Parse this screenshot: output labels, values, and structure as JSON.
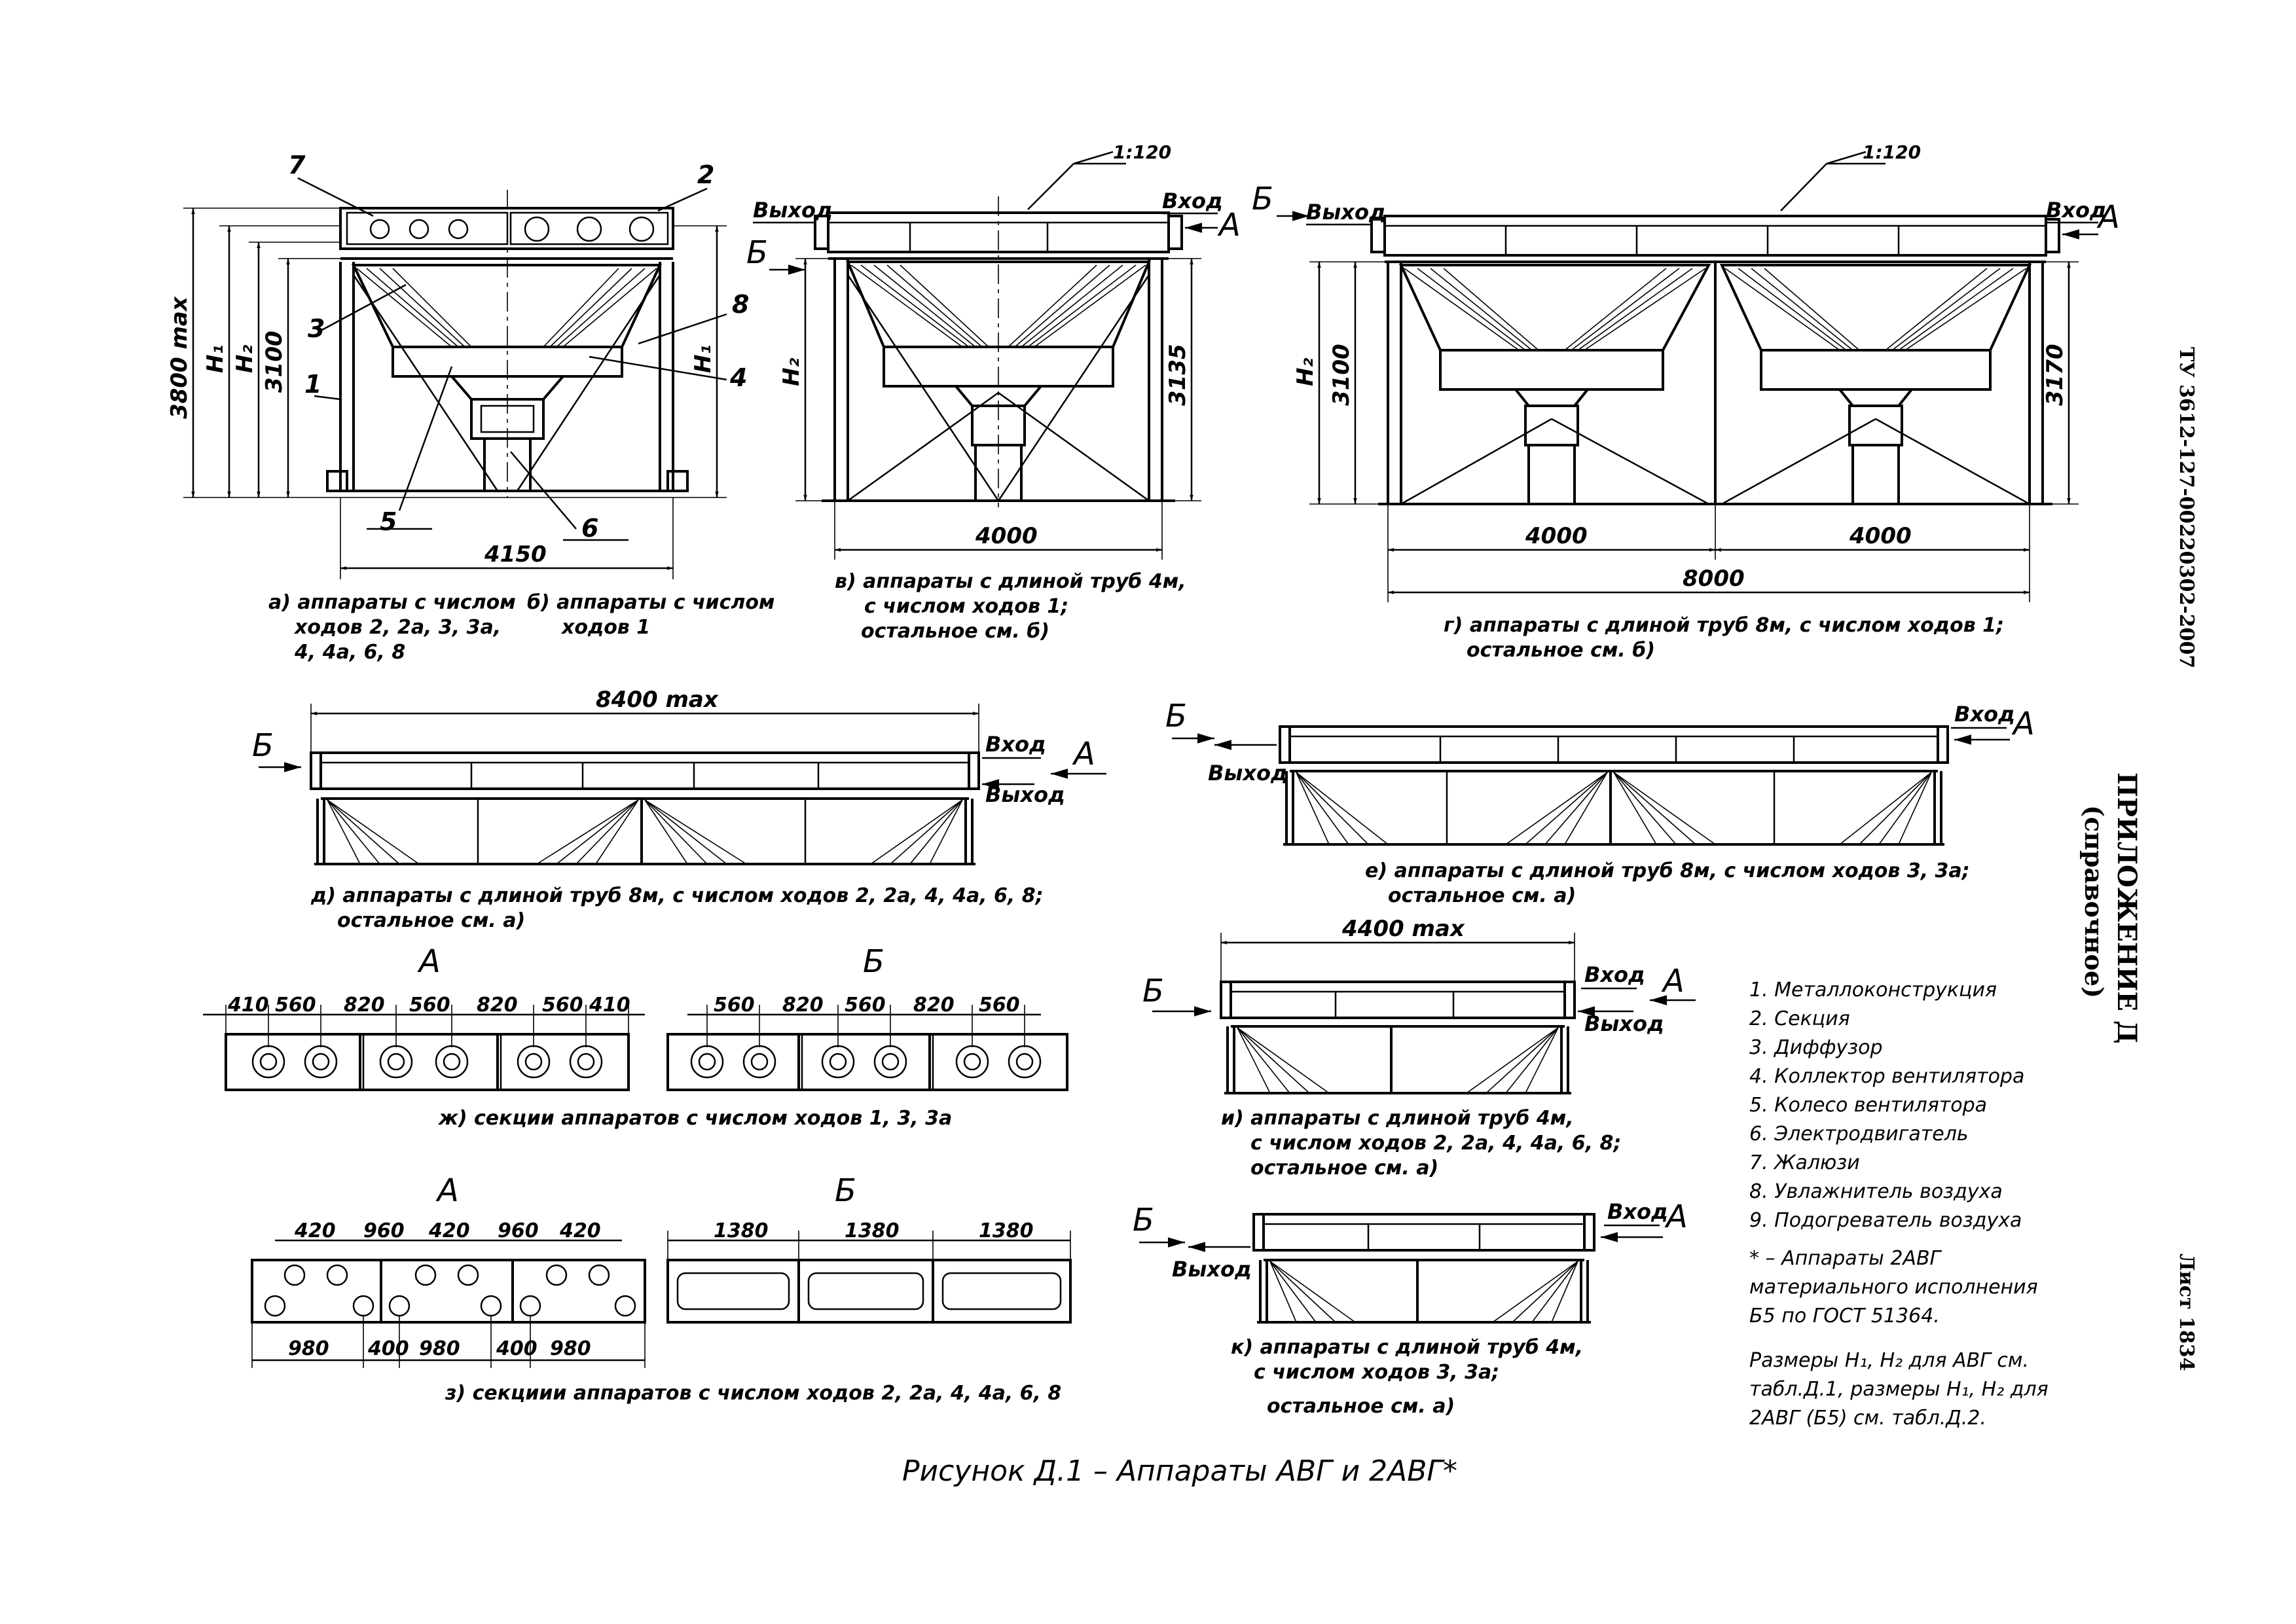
{
  "sheet": {
    "code": "ТУ 3612-127-00220302-2007",
    "appendix_title": "ПРИЛОЖЕНИЕ Д",
    "appendix_sub": "(справочное)",
    "sheet_no": "Лист 1834",
    "figure_caption": "Рисунок Д.1 – Аппараты АВГ и 2АВГ*"
  },
  "common": {
    "out": "Выход",
    "in": "Вход",
    "view_a": "А",
    "view_b": "Б",
    "slope": "1:120"
  },
  "view_a": {
    "callouts": [
      "7",
      "2",
      "3",
      "1",
      "8",
      "4",
      "5",
      "6"
    ],
    "dim_max": "3800 max",
    "h1": "H₁",
    "h2": "H₂",
    "d3100": "3100",
    "width": "4150",
    "cap_a": [
      "а) аппараты с числом",
      "ходов 2, 2а, 3, 3а,",
      "4, 4а, 6, 8"
    ],
    "cap_b": [
      "б) аппараты с числом",
      "ходов 1"
    ]
  },
  "view_v": {
    "h2": "H₂",
    "d3135": "3135",
    "width": "4000",
    "caption": [
      "в) аппараты с длиной труб 4м,",
      "с числом ходов 1;",
      "остальное см. б)"
    ]
  },
  "view_g": {
    "h2": "H₂",
    "d3100": "3100",
    "d3170": "3170",
    "w1": "4000",
    "w2": "4000",
    "total": "8000",
    "caption": [
      "г) аппараты с длиной труб 8м, с числом ходов 1;",
      "остальное см. б)"
    ]
  },
  "view_d": {
    "dim": "8400 max",
    "caption": [
      "д) аппараты с длиной труб 8м, с числом ходов 2, 2а, 4, 4а, 6, 8;",
      "остальное см. а)"
    ]
  },
  "view_e": {
    "caption": [
      "е) аппараты с длиной труб 8м, с числом ходов 3, 3а;",
      "остальное см. а)"
    ]
  },
  "view_zh": {
    "dims_a": [
      "410",
      "560",
      "820",
      "560",
      "820",
      "560",
      "410"
    ],
    "dims_b": [
      "560",
      "820",
      "560",
      "820",
      "560"
    ],
    "caption": "ж) секции аппаратов с числом ходов 1, 3, 3а"
  },
  "view_z": {
    "dims_a_top": [
      "420",
      "960",
      "420",
      "960",
      "420"
    ],
    "dims_a_bottom": [
      "980",
      "400",
      "980",
      "400",
      "980"
    ],
    "dims_b": [
      "1380",
      "1380",
      "1380"
    ],
    "caption": "з) секциии аппаратов с числом ходов 2, 2а, 4, 4а, 6, 8"
  },
  "view_i": {
    "dim": "4400 max",
    "caption": [
      "и) аппараты с длиной труб 4м,",
      "с числом ходов 2, 2а, 4, 4а, 6, 8;",
      "остальное см. а)"
    ]
  },
  "view_k": {
    "caption": [
      "к) аппараты с длиной труб 4м,",
      "с числом ходов 3, 3а;",
      "остальное см. а)"
    ]
  },
  "legend": {
    "items": [
      "1. Металлоконструкция",
      "2. Секция",
      "3. Диффузор",
      "4. Коллектор вентилятора",
      "5. Колесо вентилятора",
      "6. Электродвигатель",
      "7. Жалюзи",
      "8. Увлажнитель воздуха",
      "9. Подогреватель воздуха"
    ],
    "note": [
      "* – Аппараты 2АВГ",
      "материального исполнения",
      "Б5 по ГОСТ 51364."
    ],
    "note2": [
      "Размеры H₁, H₂ для АВГ см.",
      "табл.Д.1, размеры H₁, H₂ для",
      "2АВГ (Б5) см. табл.Д.2."
    ]
  }
}
